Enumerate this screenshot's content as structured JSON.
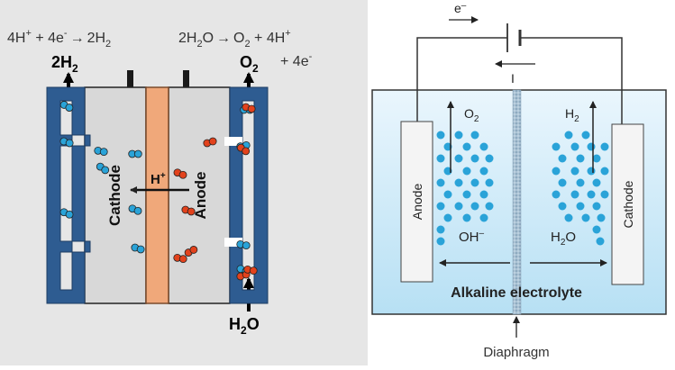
{
  "left_panel": {
    "cathode_reaction": {
      "lhs1": "4H",
      "lhs1_sup": "+",
      "lhs2": " + 4e",
      "lhs2_sup": "-",
      "arrow": "→",
      "rhs": "2H",
      "rhs_sub": "2"
    },
    "anode_reaction": {
      "lhs": "2H",
      "lhs_sub": "2",
      "lhs_tail": "O",
      "arrow": "→",
      "rhs1": "O",
      "rhs1_sub": "2",
      "rhs2": " + 4H",
      "rhs2_sup": "+",
      "line2": "+ 4e",
      "line2_sup": "-"
    },
    "output_h2": {
      "main": "2H",
      "sub": "2"
    },
    "output_o2": {
      "main": "O",
      "sub": "2"
    },
    "input_h2o": {
      "main": "H",
      "sub": "2",
      "tail": "O"
    },
    "cathode_label": "Cathode",
    "anode_label": "Anode",
    "proton_label": {
      "main": "H",
      "sup": "+"
    }
  },
  "right_panel": {
    "electron_label": {
      "main": "e",
      "sup": "–"
    },
    "current_label": "I",
    "anode_label": "Anode",
    "cathode_label": "Cathode",
    "o2_label": {
      "main": "O",
      "sub": "2"
    },
    "h2_label": {
      "main": "H",
      "sub": "2"
    },
    "oh_label": {
      "main": "OH",
      "sup": "–"
    },
    "h2o_label": {
      "main": "H",
      "sub": "2",
      "tail": "O"
    },
    "electrolyte_label": "Alkaline electrolyte",
    "diaphragm_label": "Diaphragm"
  },
  "colors": {
    "left_bg": "#e6e6e6",
    "cell_blue": "#2e5c91",
    "membrane": "#f0a87a",
    "chamber": "#d6d6d6",
    "h2_molecule": "#2aa3d8",
    "o2_molecule": "#e2421c",
    "electrolyte_top": "#e8f5fc",
    "electrolyte_bottom": "#b9e2f5"
  }
}
